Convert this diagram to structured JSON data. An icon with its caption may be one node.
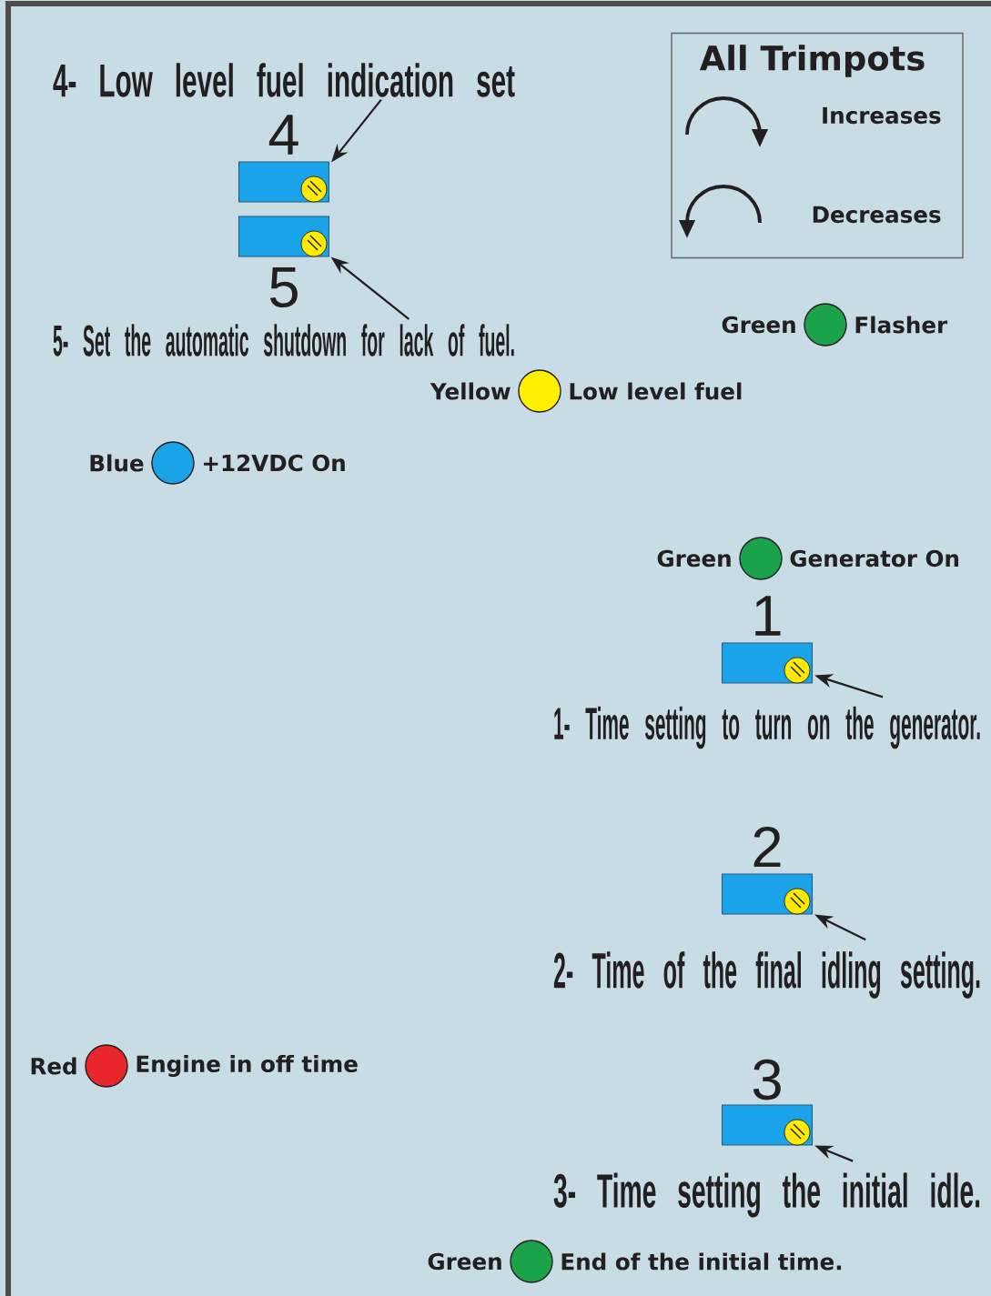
{
  "diagram": {
    "nodes": [
      {
        "text": [
          "All Trimpots",
          "Increases",
          "Decreases"
        ]
      },
      {
        "text": [
          "4- Low level fuel indication set"
        ]
      },
      {
        "text": [],
        "shape": "box",
        "beside": [
          "4"
        ]
      },
      {
        "text": [],
        "shape": "box",
        "beside": [
          "5"
        ]
      },
      {
        "text": [
          "5- Set the automatic shutdown for lack of fuel."
        ]
      },
      {
        "text": [],
        "shape": "circle",
        "beside": [
          "Green",
          "Flasher"
        ]
      },
      {
        "text": [],
        "shape": "circle",
        "beside": [
          "Yellow",
          "Low level fuel"
        ]
      },
      {
        "text": [],
        "shape": "circle",
        "beside": [
          "Blue",
          "+12VDC On"
        ]
      },
      {
        "text": [],
        "shape": "circle",
        "beside": [
          "Green",
          "Generator On"
        ]
      },
      {
        "text": [],
        "shape": "box",
        "beside": [
          "1"
        ]
      },
      {
        "text": [
          "1- Time setting to turn on the generator."
        ]
      },
      {
        "text": [],
        "shape": "box",
        "beside": [
          "2"
        ]
      },
      {
        "text": [
          "2- Time of the final idling setting."
        ]
      },
      {
        "text": [],
        "shape": "circle",
        "beside": [
          "Red",
          "Engine in off time"
        ]
      },
      {
        "text": [],
        "shape": "box",
        "beside": [
          "3"
        ]
      },
      {
        "text": [
          "3- Time setting the initial idle."
        ]
      },
      {
        "text": [],
        "shape": "circle",
        "beside": [
          "Green",
          "End of the initial time."
        ]
      }
    ],
    "edges": [
      {
        "from": 1,
        "to": 2,
        "arrow": "to"
      },
      {
        "from": 4,
        "to": 3,
        "arrow": "to"
      },
      {
        "from": 10,
        "to": 9,
        "arrow": "to"
      },
      {
        "from": 12,
        "to": 11,
        "arrow": "to"
      },
      {
        "from": 15,
        "to": 14,
        "arrow": "to"
      }
    ]
  }
}
